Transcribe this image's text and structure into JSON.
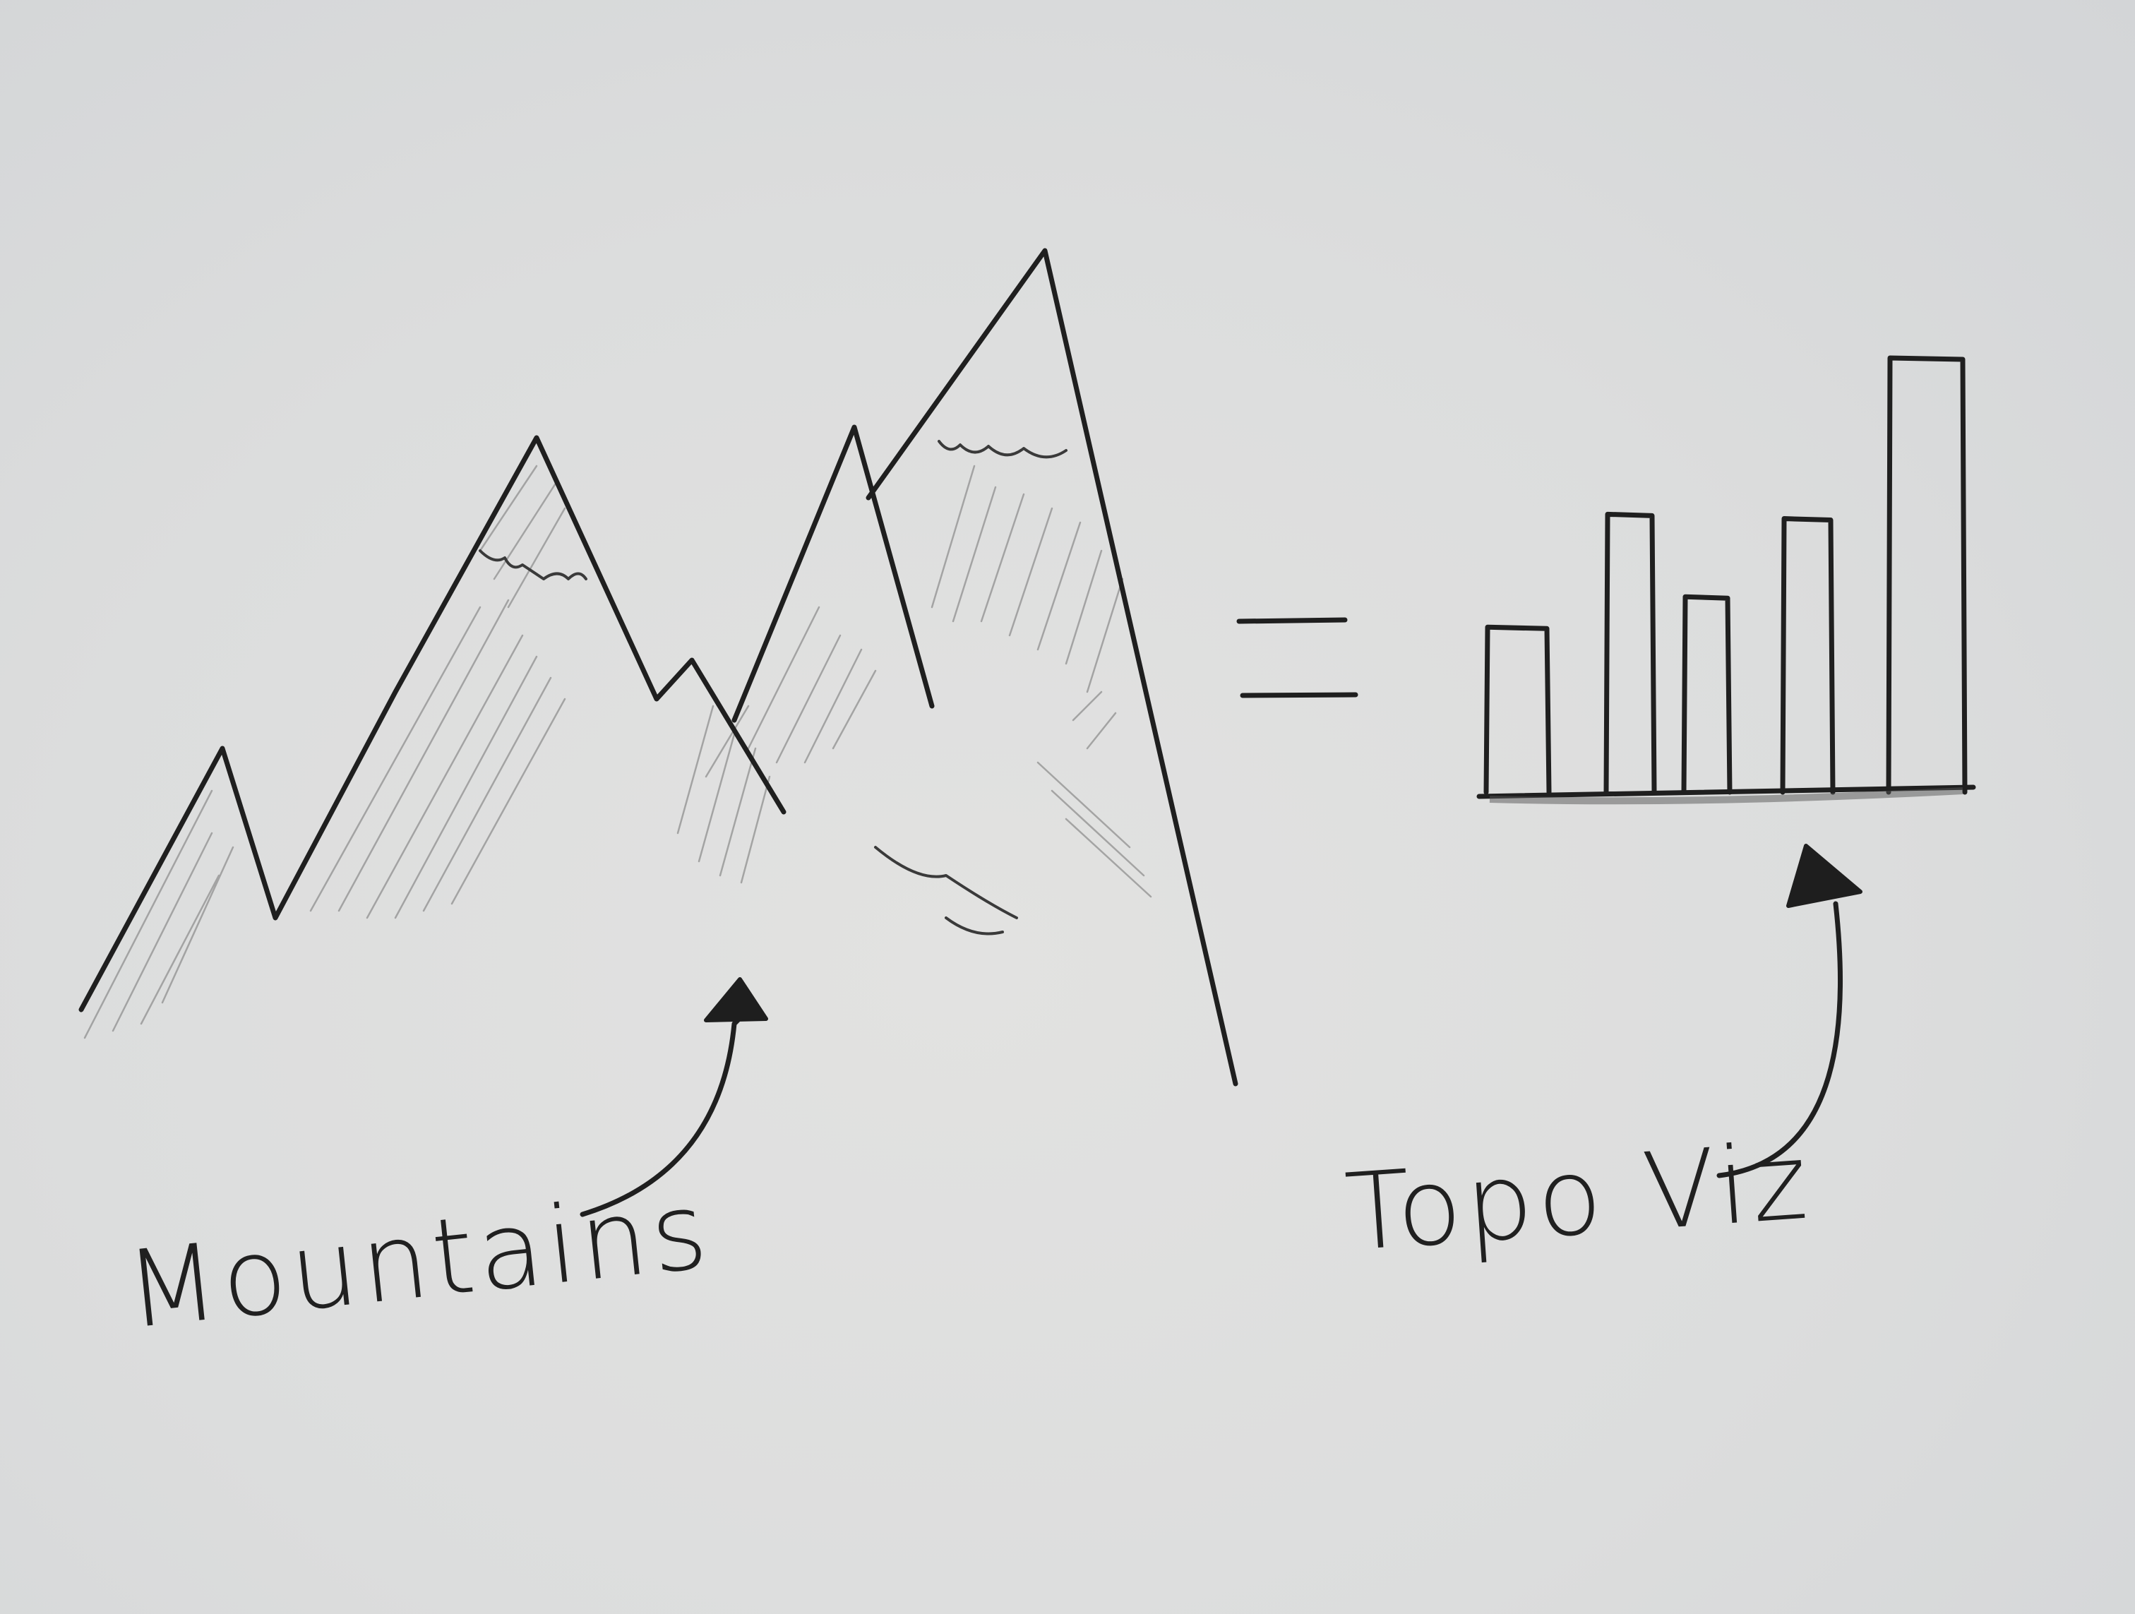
{
  "labels": {
    "mountains": "Mountains",
    "topoviz": "Topo Viz"
  },
  "colors": {
    "paper": "#dcdddd",
    "ink": "#1f1f1f",
    "shading": "#8f8f8f"
  },
  "chart_data": {
    "type": "bar",
    "categories": [],
    "values": [
      0.38,
      0.64,
      0.45,
      0.63,
      1.0
    ],
    "title": "",
    "xlabel": "",
    "ylabel": ""
  }
}
